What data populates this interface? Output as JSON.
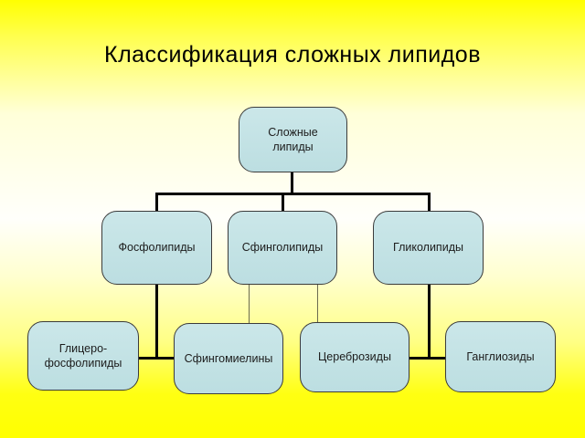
{
  "slide": {
    "title": "Классификация сложных липидов",
    "background_colors": [
      "#ffff00",
      "#ffffff",
      "#ffff00"
    ]
  },
  "diagram": {
    "type": "hierarchy",
    "node_fill": "#c2e1e3",
    "node_border": "#3b3b3b",
    "connector_color": "#000000",
    "thin_connector_color": "#6b6b50",
    "nodes": {
      "root": {
        "label": "Сложные липиды"
      },
      "phospholipids": {
        "label": "Фосфолипиды"
      },
      "sphingolipids": {
        "label": "Сфинголипиды"
      },
      "glycolipids": {
        "label": "Гликолипиды"
      },
      "glycero": {
        "label": "Глицеро-фосфолипиды"
      },
      "sphingomyelins": {
        "label": "Сфингомиелины"
      },
      "cerebrosides": {
        "label": "Цереброзиды"
      },
      "gangliosides": {
        "label": "Ганглиозиды"
      }
    },
    "edges": [
      {
        "from": "Сложные липиды",
        "to": "Фосфолипиды"
      },
      {
        "from": "Сложные липиды",
        "to": "Сфинголипиды"
      },
      {
        "from": "Сложные липиды",
        "to": "Гликолипиды"
      },
      {
        "from": "Фосфолипиды",
        "to": "Глицеро-фосфолипиды"
      },
      {
        "from": "Фосфолипиды",
        "to": "Сфингомиелины"
      },
      {
        "from": "Сфинголипиды",
        "to": "Сфингомиелины"
      },
      {
        "from": "Сфинголипиды",
        "to": "Цереброзиды"
      },
      {
        "from": "Гликолипиды",
        "to": "Цереброзиды"
      },
      {
        "from": "Гликолипиды",
        "to": "Ганглиозиды"
      }
    ]
  }
}
